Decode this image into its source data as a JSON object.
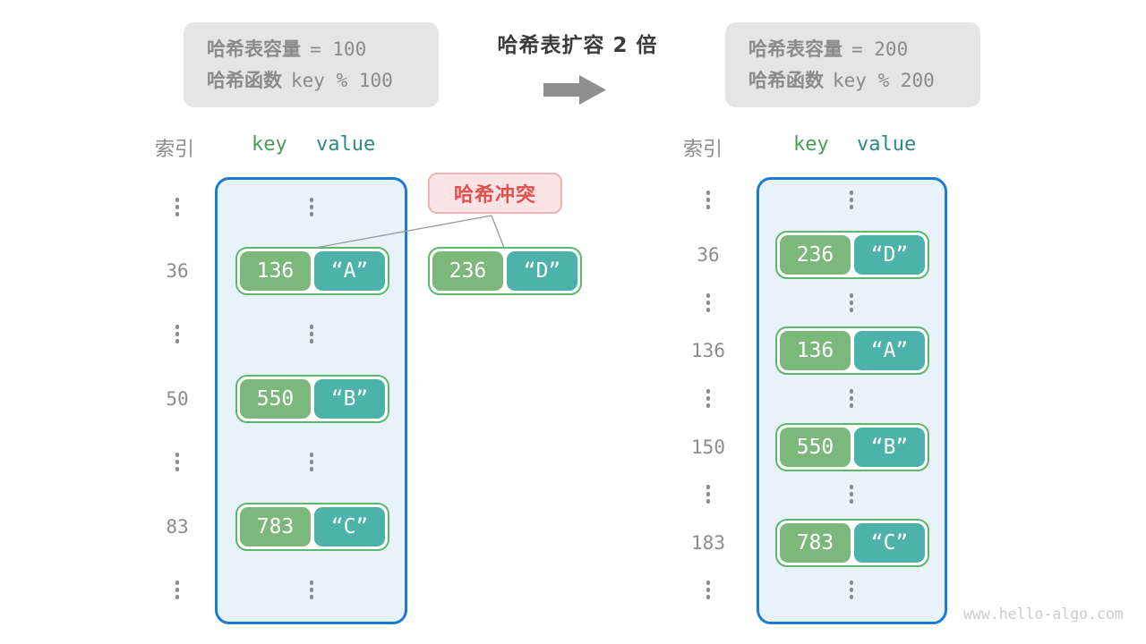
{
  "info_left": {
    "capacity_label": "哈希表容量",
    "capacity_code": "= 100",
    "function_label": "哈希函数",
    "function_code": "key % 100"
  },
  "transition": {
    "title": "哈希表扩容 2 倍",
    "arrow_icon": "right-arrow"
  },
  "info_right": {
    "capacity_label": "哈希表容量",
    "capacity_code": "= 200",
    "function_label": "哈希函数",
    "function_code": "key % 200"
  },
  "collision": {
    "label": "哈希冲突"
  },
  "floating_pair": {
    "key": "236",
    "value": "“D”"
  },
  "left_table": {
    "headers": {
      "index": "索引",
      "key": "key",
      "value": "value"
    },
    "rows": [
      {
        "type": "ellipsis"
      },
      {
        "type": "pair",
        "index": "36",
        "key": "136",
        "value": "“A”"
      },
      {
        "type": "ellipsis"
      },
      {
        "type": "pair",
        "index": "50",
        "key": "550",
        "value": "“B”"
      },
      {
        "type": "ellipsis"
      },
      {
        "type": "pair",
        "index": "83",
        "key": "783",
        "value": "“C”"
      },
      {
        "type": "ellipsis"
      }
    ]
  },
  "right_table": {
    "headers": {
      "index": "索引",
      "key": "key",
      "value": "value"
    },
    "rows": [
      {
        "type": "ellipsis"
      },
      {
        "type": "pair",
        "index": "36",
        "key": "236",
        "value": "“D”"
      },
      {
        "type": "ellipsis"
      },
      {
        "type": "pair",
        "index": "136",
        "key": "136",
        "value": "“A”"
      },
      {
        "type": "ellipsis"
      },
      {
        "type": "pair",
        "index": "150",
        "key": "550",
        "value": "“B”"
      },
      {
        "type": "ellipsis"
      },
      {
        "type": "pair",
        "index": "183",
        "key": "783",
        "value": "“C”"
      },
      {
        "type": "ellipsis"
      }
    ]
  },
  "watermark": "www.hello-algo.com",
  "colors": {
    "frame_border": "#1d7ad1",
    "frame_bg": "#e8f2fb",
    "pair_border": "#5cb86a",
    "key_fill": "#7cb87c",
    "value_fill": "#4cb2aa",
    "collision_text": "#e14f4f",
    "collision_bg": "#fce4e4",
    "info_bg": "#e5e5e5",
    "muted_text": "#8a8a8a"
  }
}
